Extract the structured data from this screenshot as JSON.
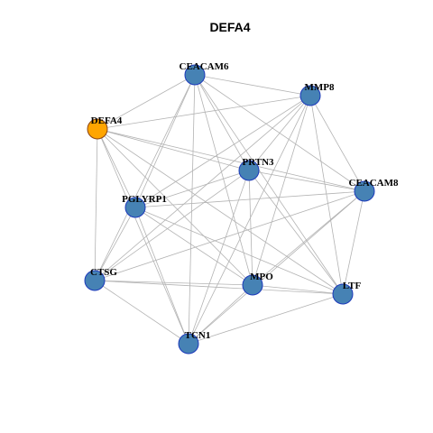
{
  "title": "DEFA4",
  "colors": {
    "hub_fill": "#FFA500",
    "hub_stroke": "#8B4513",
    "node_fill": "#4682B4",
    "node_stroke": "#1C39BB",
    "edge": "#b3b3b3"
  },
  "nodes": [
    {
      "id": "CEACAM6",
      "label": "CEACAM6",
      "hub": false
    },
    {
      "id": "MMP8",
      "label": "MMP8",
      "hub": false
    },
    {
      "id": "DEFA4",
      "label": "DEFA4",
      "hub": true
    },
    {
      "id": "PRTN3",
      "label": "PRTN3",
      "hub": false
    },
    {
      "id": "CEACAM8",
      "label": "CEACAM8",
      "hub": false
    },
    {
      "id": "PGLYRP1",
      "label": "PGLYRP1",
      "hub": false
    },
    {
      "id": "CTSG",
      "label": "CTSG",
      "hub": false
    },
    {
      "id": "MPO",
      "label": "MPO",
      "hub": false
    },
    {
      "id": "LTF",
      "label": "LTF",
      "hub": false
    },
    {
      "id": "TCN1",
      "label": "TCN1",
      "hub": false
    }
  ],
  "edges": [
    [
      "CEACAM6",
      "MMP8"
    ],
    [
      "CEACAM6",
      "DEFA4"
    ],
    [
      "CEACAM6",
      "PRTN3"
    ],
    [
      "CEACAM6",
      "CEACAM8"
    ],
    [
      "CEACAM6",
      "PGLYRP1"
    ],
    [
      "CEACAM6",
      "CTSG"
    ],
    [
      "CEACAM6",
      "MPO"
    ],
    [
      "CEACAM6",
      "LTF"
    ],
    [
      "CEACAM6",
      "TCN1"
    ],
    [
      "MMP8",
      "DEFA4"
    ],
    [
      "MMP8",
      "PRTN3"
    ],
    [
      "MMP8",
      "CEACAM8"
    ],
    [
      "MMP8",
      "PGLYRP1"
    ],
    [
      "MMP8",
      "CTSG"
    ],
    [
      "MMP8",
      "MPO"
    ],
    [
      "MMP8",
      "LTF"
    ],
    [
      "MMP8",
      "TCN1"
    ],
    [
      "DEFA4",
      "PRTN3"
    ],
    [
      "DEFA4",
      "CEACAM8"
    ],
    [
      "DEFA4",
      "PGLYRP1"
    ],
    [
      "DEFA4",
      "CTSG"
    ],
    [
      "DEFA4",
      "MPO"
    ],
    [
      "DEFA4",
      "LTF"
    ],
    [
      "DEFA4",
      "TCN1"
    ],
    [
      "PRTN3",
      "CEACAM8"
    ],
    [
      "PRTN3",
      "PGLYRP1"
    ],
    [
      "PRTN3",
      "CTSG"
    ],
    [
      "PRTN3",
      "MPO"
    ],
    [
      "PRTN3",
      "LTF"
    ],
    [
      "PRTN3",
      "TCN1"
    ],
    [
      "CEACAM8",
      "PGLYRP1"
    ],
    [
      "CEACAM8",
      "CTSG"
    ],
    [
      "CEACAM8",
      "MPO"
    ],
    [
      "CEACAM8",
      "LTF"
    ],
    [
      "CEACAM8",
      "TCN1"
    ],
    [
      "PGLYRP1",
      "CTSG"
    ],
    [
      "PGLYRP1",
      "MPO"
    ],
    [
      "PGLYRP1",
      "LTF"
    ],
    [
      "PGLYRP1",
      "TCN1"
    ],
    [
      "CTSG",
      "MPO"
    ],
    [
      "CTSG",
      "LTF"
    ],
    [
      "CTSG",
      "TCN1"
    ],
    [
      "MPO",
      "LTF"
    ],
    [
      "MPO",
      "TCN1"
    ],
    [
      "LTF",
      "TCN1"
    ]
  ]
}
